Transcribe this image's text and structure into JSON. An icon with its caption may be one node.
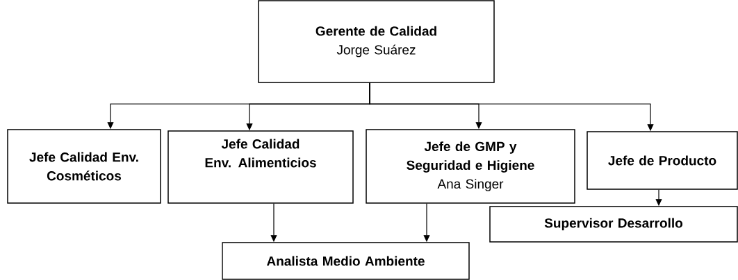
{
  "diagram": {
    "nodes": [
      {
        "text": [
          "Gerente de Calidad",
          "Jorge Suárez"
        ]
      },
      {
        "text": [
          "Jefe Calidad Env. Cosméticos"
        ]
      },
      {
        "text": [
          "Jefe Calidad Env. Alimenticios"
        ]
      },
      {
        "text": [
          "Jefe de GMP y Seguridad e Higiene",
          "Ana Singer"
        ]
      },
      {
        "text": [
          "Jefe de Producto"
        ]
      },
      {
        "text": [
          "Supervisor Desarrollo"
        ]
      },
      {
        "text": [
          "Analista Medio Ambiente"
        ]
      }
    ],
    "edges": [
      {
        "from": 0,
        "to": 1,
        "arrow": "to"
      },
      {
        "from": 0,
        "to": 2,
        "arrow": "to"
      },
      {
        "from": 0,
        "to": 3,
        "arrow": "to"
      },
      {
        "from": 0,
        "to": 4,
        "arrow": "to"
      },
      {
        "from": 2,
        "to": 6,
        "arrow": "to"
      },
      {
        "from": 3,
        "to": 6,
        "arrow": "to"
      },
      {
        "from": 4,
        "to": 5,
        "arrow": "to"
      }
    ]
  }
}
